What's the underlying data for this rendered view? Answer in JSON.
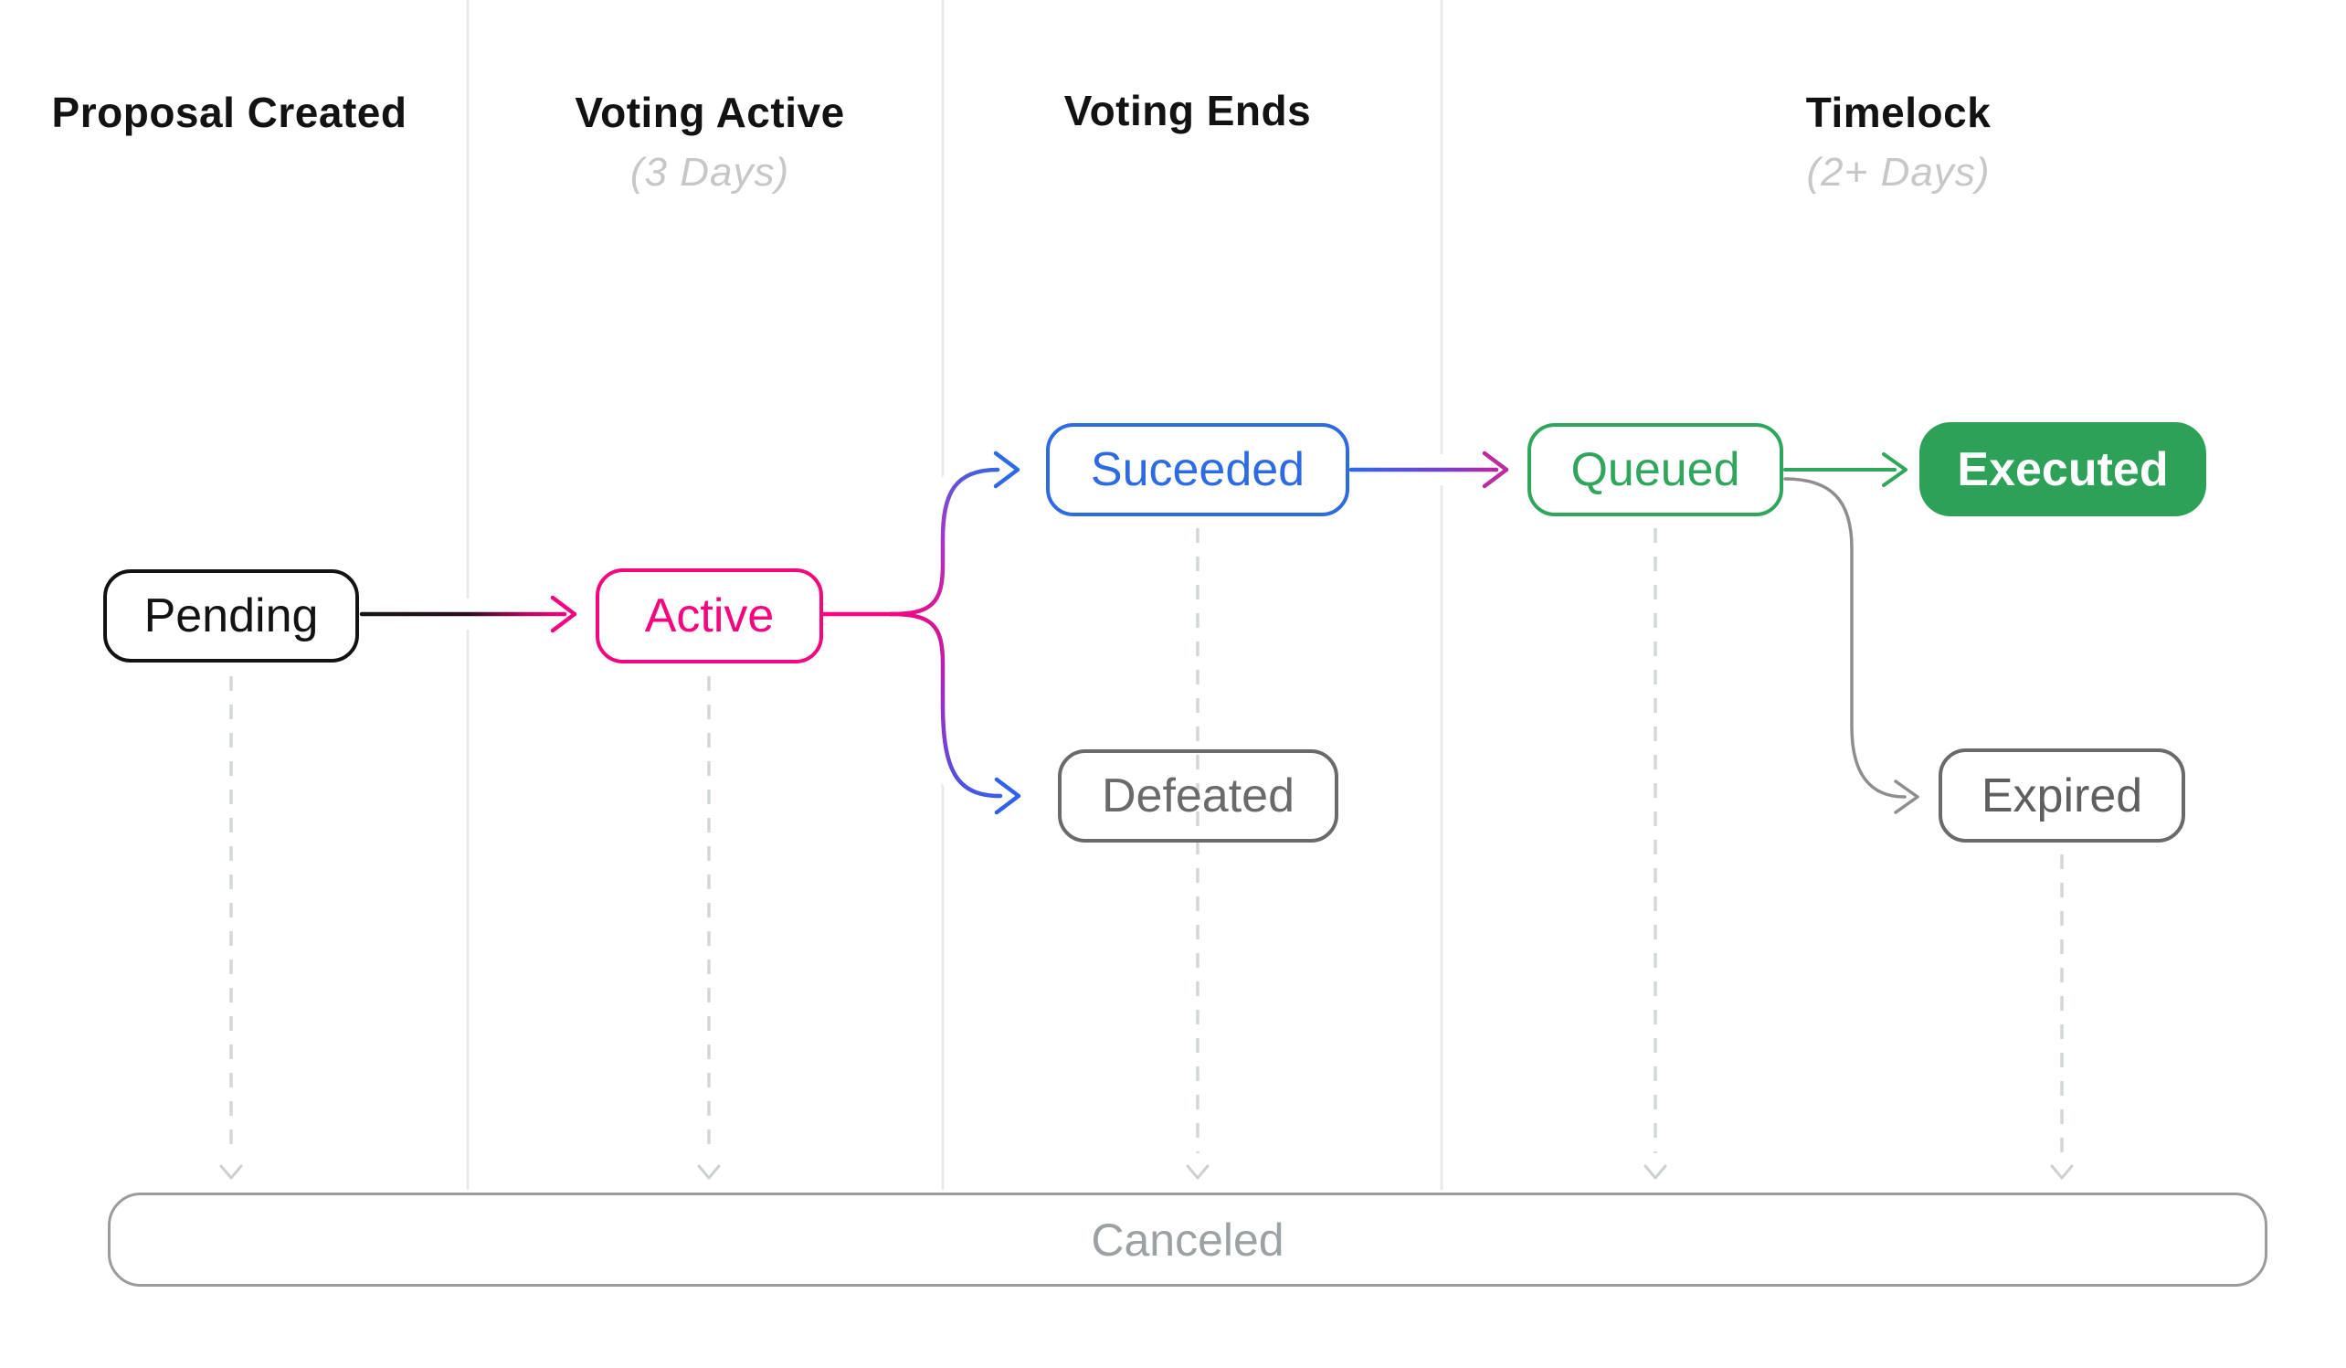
{
  "diagram": {
    "columns": [
      {
        "id": "proposal-created",
        "label": "Proposal Created",
        "subtitle": ""
      },
      {
        "id": "voting-active",
        "label": "Voting Active",
        "subtitle": "(3 Days)"
      },
      {
        "id": "voting-ends",
        "label": "Voting Ends",
        "subtitle": ""
      },
      {
        "id": "timelock",
        "label": "Timelock",
        "subtitle": "(2+ Days)"
      }
    ],
    "nodes": {
      "pending": {
        "label": "Pending",
        "style": "outline",
        "color": "#121212"
      },
      "active": {
        "label": "Active",
        "style": "outline",
        "color": "#f5067e"
      },
      "succeeded": {
        "label": "Suceeded",
        "style": "outline",
        "color": "#2d6be3"
      },
      "defeated": {
        "label": "Defeated",
        "style": "outline",
        "color": "#6a6a6a"
      },
      "queued": {
        "label": "Queued",
        "style": "outline",
        "color": "#2fa65c"
      },
      "executed": {
        "label": "Executed",
        "style": "filled",
        "color": "#2ea159",
        "text_color": "#ffffff"
      },
      "expired": {
        "label": "Expired",
        "style": "outline",
        "color": "#6a6a6a"
      },
      "canceled": {
        "label": "Canceled",
        "style": "outline-wide",
        "color": "#9b9b9b",
        "text_color": "#9ca1a4"
      }
    },
    "edges": [
      {
        "from": "pending",
        "to": "active",
        "type": "solid",
        "gradient": [
          "#141414",
          "#f5067e"
        ]
      },
      {
        "from": "active",
        "to": "succeeded",
        "type": "solid",
        "gradient": [
          "#f5067e",
          "#a238c8",
          "#2d6be3"
        ]
      },
      {
        "from": "active",
        "to": "defeated",
        "type": "solid",
        "gradient": [
          "#f5067e",
          "#8a35cf",
          "#2f62e8"
        ]
      },
      {
        "from": "succeeded",
        "to": "queued",
        "type": "solid",
        "gradient": [
          "#2d6be3",
          "#bb2aa2"
        ]
      },
      {
        "from": "queued",
        "to": "executed",
        "type": "solid",
        "gradient": [
          "#2fa65c"
        ]
      },
      {
        "from": "queued",
        "to": "expired",
        "type": "solid",
        "gradient": [
          "#8e8e8e"
        ]
      },
      {
        "from": "pending",
        "to": "canceled",
        "type": "dashed",
        "gradient": [
          "#d3d7d8"
        ]
      },
      {
        "from": "active",
        "to": "canceled",
        "type": "dashed",
        "gradient": [
          "#d3d7d8"
        ]
      },
      {
        "from": "succeeded",
        "to": "canceled",
        "type": "dashed",
        "gradient": [
          "#d3d7d8"
        ]
      },
      {
        "from": "queued",
        "to": "canceled",
        "type": "dashed",
        "gradient": [
          "#d3d7d8"
        ]
      },
      {
        "from": "expired",
        "to": "canceled",
        "type": "dashed",
        "gradient": [
          "#d3d7d8"
        ]
      }
    ],
    "colors": {
      "separator": "#e9e9e9",
      "dashed_line": "#d3d7d8",
      "black": "#121212",
      "pink": "#f5067e",
      "blue": "#2d6be3",
      "green_stroke": "#2fa65c",
      "green_fill": "#2ea159",
      "gray_node": "#6a6a6a",
      "canceled_border": "#9b9b9b",
      "subtitle_gray": "#c7c7c7"
    }
  }
}
